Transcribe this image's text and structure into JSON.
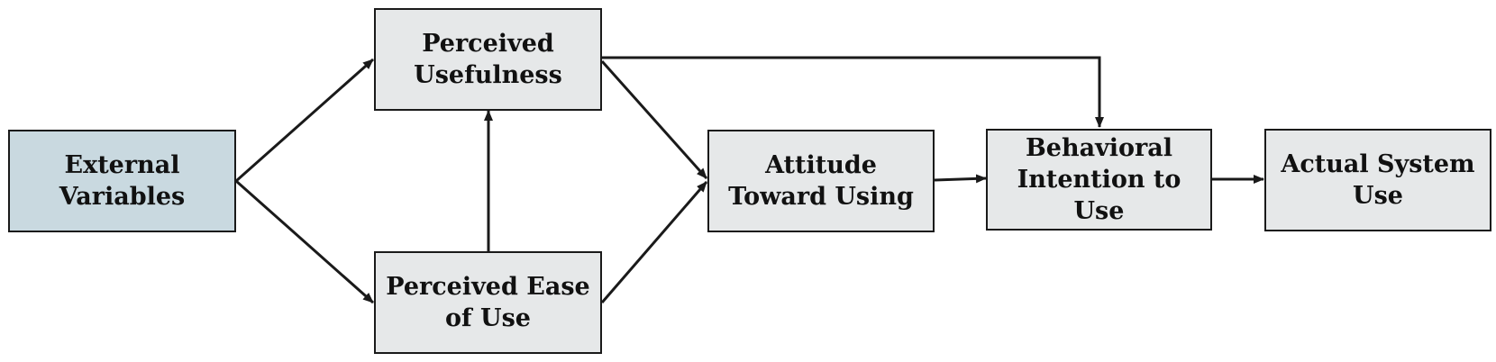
{
  "colors": {
    "box_fill": "#e6e8e9",
    "external_fill": "#c9d9e0",
    "stroke": "#1a1a1a"
  },
  "nodes": {
    "external_variables": "External\nVariables",
    "perceived_usefulness": "Perceived\nUsefulness",
    "perceived_ease_of_use": "Perceived Ease\nof Use",
    "attitude_toward_using": "Attitude\nToward Using",
    "behavioral_intention": "Behavioral\nIntention to\nUse",
    "actual_system_use": "Actual System\nUse"
  },
  "edges": [
    {
      "from": "external_variables",
      "to": "perceived_usefulness"
    },
    {
      "from": "external_variables",
      "to": "perceived_ease_of_use"
    },
    {
      "from": "perceived_ease_of_use",
      "to": "perceived_usefulness"
    },
    {
      "from": "perceived_usefulness",
      "to": "attitude_toward_using"
    },
    {
      "from": "perceived_ease_of_use",
      "to": "attitude_toward_using"
    },
    {
      "from": "perceived_usefulness",
      "to": "behavioral_intention"
    },
    {
      "from": "attitude_toward_using",
      "to": "behavioral_intention"
    },
    {
      "from": "behavioral_intention",
      "to": "actual_system_use"
    }
  ]
}
